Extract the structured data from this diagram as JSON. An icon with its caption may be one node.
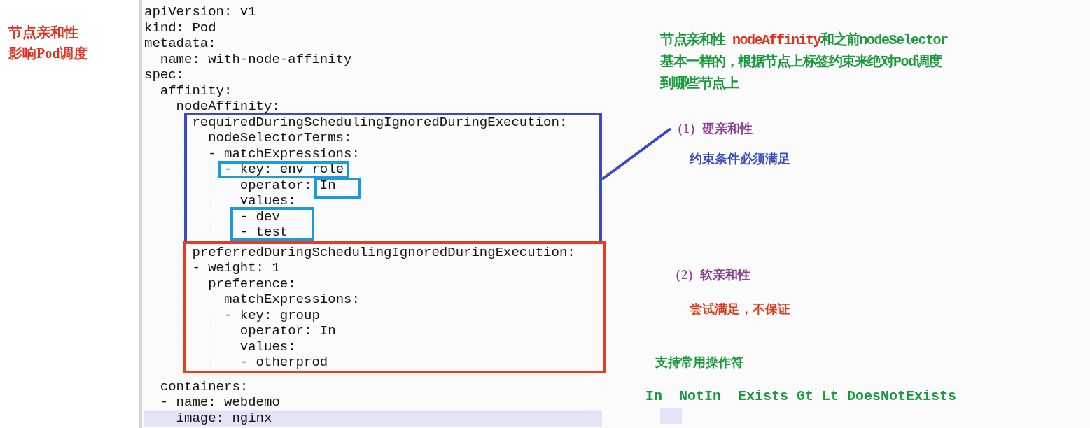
{
  "diagram": {
    "nodes": [
      {
        "text": [
          "requiredDuringSchedulingIgnoredDuringExecution:",
          "nodeSelectorTerms:",
          "- matchExpressions:",
          "operator:",
          "values:"
        ]
      },
      {
        "text": [
          "- key: env role"
        ],
        "in": 0
      },
      {
        "text": [
          "In"
        ],
        "in": 0
      },
      {
        "text": [
          "- dev",
          "- test"
        ],
        "in": 0
      },
      {
        "text": [
          "preferredDuringSchedulingIgnoredDuringExecution:",
          "- weight: 1",
          "preference:",
          "matchExpressions:",
          "- key: group",
          "operator: In",
          "values:",
          "- otherprod"
        ]
      },
      {
        "text": [
          "（1）硬亲和性"
        ]
      }
    ],
    "edges": [
      {
        "from": 0,
        "to": 5,
        "arrow": "none"
      }
    ],
    "labels": [
      "节点亲和性",
      "影响Pod调度",
      "apiVersion: v1",
      "kind: Pod",
      "metadata:",
      "name: with-node-affinity",
      "spec:",
      "affinity:",
      "nodeAffinity:",
      "containers:",
      "- name: webdemo",
      "image: nginx",
      "节点亲和性 **nodeAffinity**和之前nodeSelector基本一样的，根据节点上标签约束来绝对Pod调度到哪些节点上",
      "约束条件必须满足",
      "（2）软亲和性",
      "尝试满足，不保证",
      "支持常用操作符",
      "In  NotIn  Exists Gt Lt DoesNotExists"
    ]
  }
}
